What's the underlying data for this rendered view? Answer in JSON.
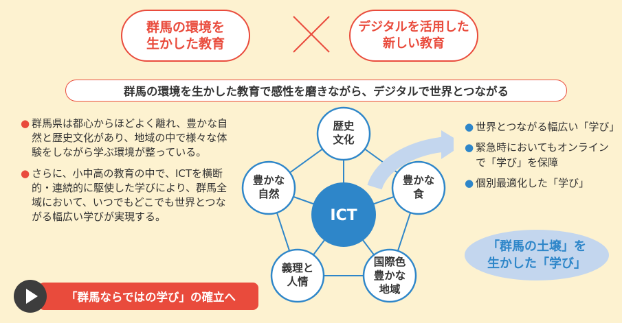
{
  "top_pills": [
    {
      "text": "群馬の環境を\n生かした教育"
    },
    {
      "text": "デジタルを活用した\n新しい教育"
    }
  ],
  "slogan": "群馬の環境を生かした教育で感性を磨きながら、デジタルで世界とつながる",
  "left_points": [
    "群馬県は都心からほどよく離れ、豊かな自然と歴史文化があり、地域の中で様々な体験をしながら学ぶ環境が整っている。",
    "さらに、小中高の教育の中で、ICTを横断的・連続的に駆使した学びにより、群馬全域において、いつでもどこでも世界とつながる幅広い学びが実現する。"
  ],
  "cta_label": "「群馬ならではの学び」の確立へ",
  "diagram": {
    "center": "ICT",
    "nodes": [
      {
        "lines": [
          "歴史",
          "文化"
        ]
      },
      {
        "lines": [
          "豊かな",
          "食"
        ]
      },
      {
        "lines": [
          "国際色",
          "豊かな",
          "地域"
        ]
      },
      {
        "lines": [
          "義理と",
          "人情"
        ]
      },
      {
        "lines": [
          "豊かな",
          "自然"
        ]
      }
    ]
  },
  "right_points": [
    "世界とつながる幅広い「学び」",
    "緊急時においてもオンラインで「学び」を保障",
    "個別最適化した「学び」"
  ],
  "highlight": "「群馬の土壌」を\n生かした「学び」",
  "colors": {
    "background": "#fdf2d0",
    "accent_red": "#e94b3c",
    "accent_blue": "#2e86c9",
    "light_blue": "#c3d6ee"
  }
}
